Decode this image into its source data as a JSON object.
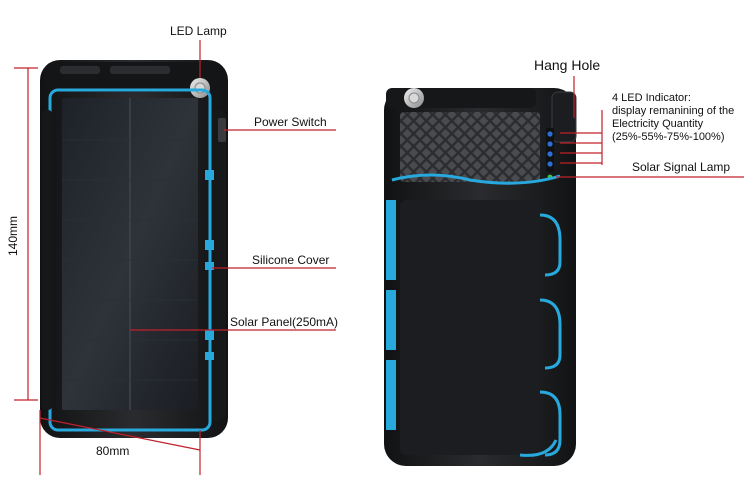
{
  "colors": {
    "accent": "#27a9dd",
    "body": "#1b1c1e",
    "leader": "#c0202a",
    "dimension": "#c0202a"
  },
  "left_device": {
    "labels": {
      "led_lamp": "LED Lamp",
      "power_switch": "Power Switch",
      "silicone_cover": "Silicone Cover",
      "solar_panel": "Solar  Panel(250mA)"
    },
    "dimensions": {
      "height": "140mm",
      "width": "80mm"
    }
  },
  "right_device": {
    "labels": {
      "hang_hole": "Hang Hole",
      "led_indicator_line1": "4 LED Indicator:",
      "led_indicator_line2": "display remanining of the",
      "led_indicator_line3": "Electricity Quantity",
      "led_indicator_line4": "(25%-55%-75%-100%)",
      "solar_signal_lamp": "Solar Signal Lamp"
    }
  }
}
